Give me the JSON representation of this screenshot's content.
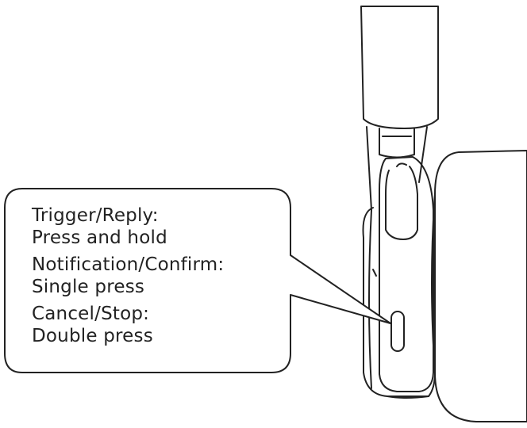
{
  "colors": {
    "line": "#222222",
    "background": "#ffffff"
  },
  "callout": {
    "entries": [
      {
        "action": "Trigger/Reply:",
        "gesture": "Press and hold"
      },
      {
        "action": "Notification/Confirm:",
        "gesture": "Single press"
      },
      {
        "action": "Cancel/Stop:",
        "gesture": "Double press"
      }
    ]
  }
}
